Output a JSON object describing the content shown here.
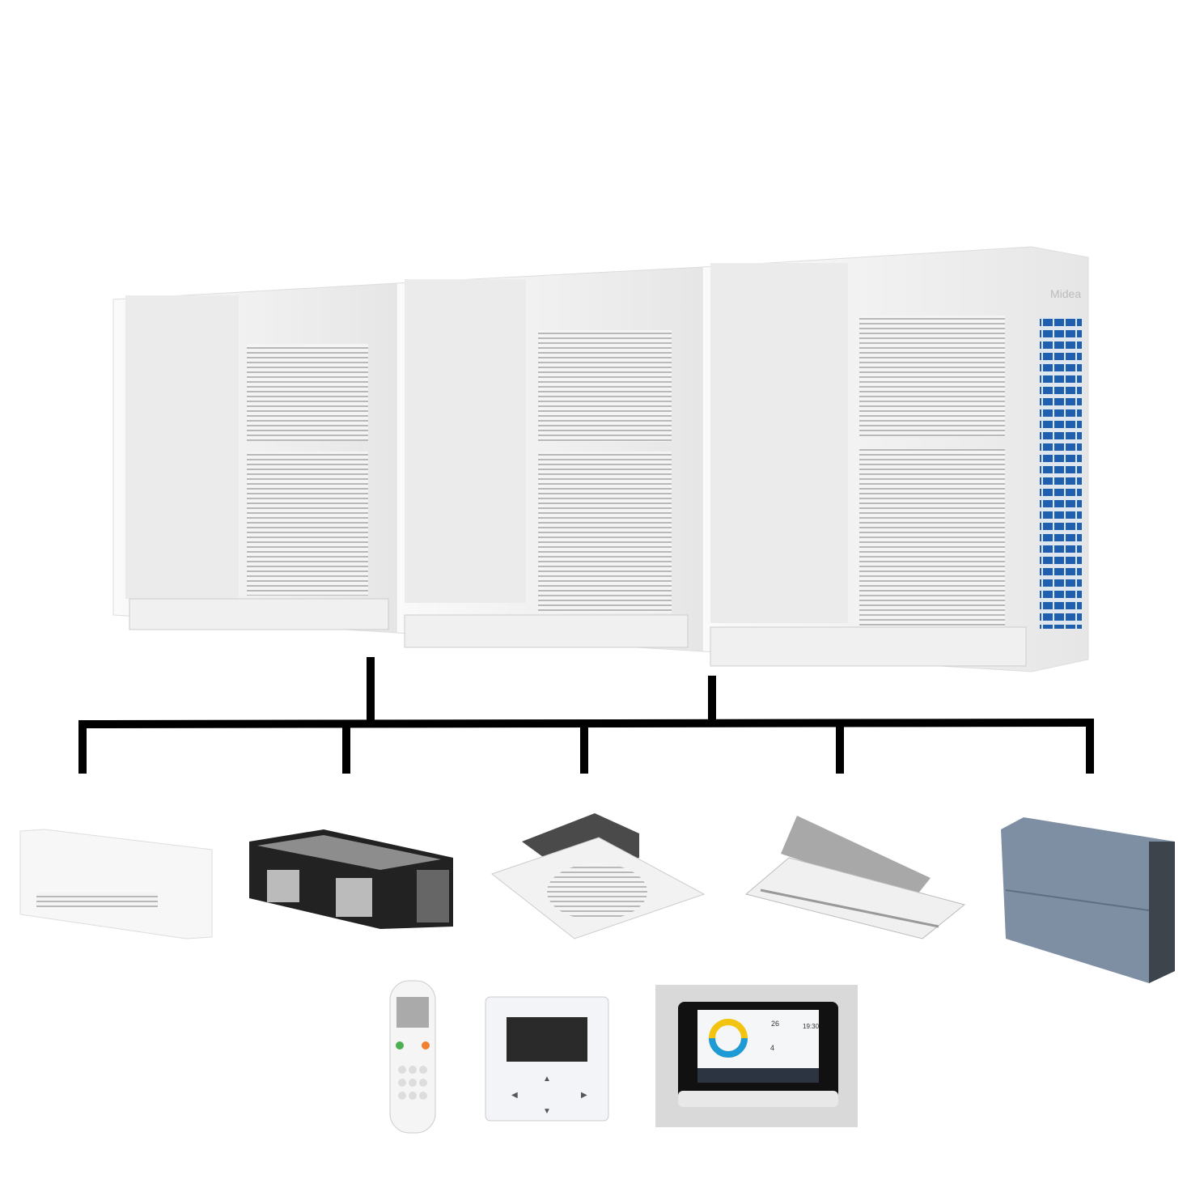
{
  "brand": {
    "logo_text": "Midea"
  },
  "touch_panel": {
    "clock": "19:30",
    "set_temp": "26",
    "count": "4"
  },
  "colors": {
    "line": "#000000",
    "unit_body": "#f2f2f2",
    "coil": "#1f5fb0",
    "panel_bg": "#d9d9d9"
  }
}
